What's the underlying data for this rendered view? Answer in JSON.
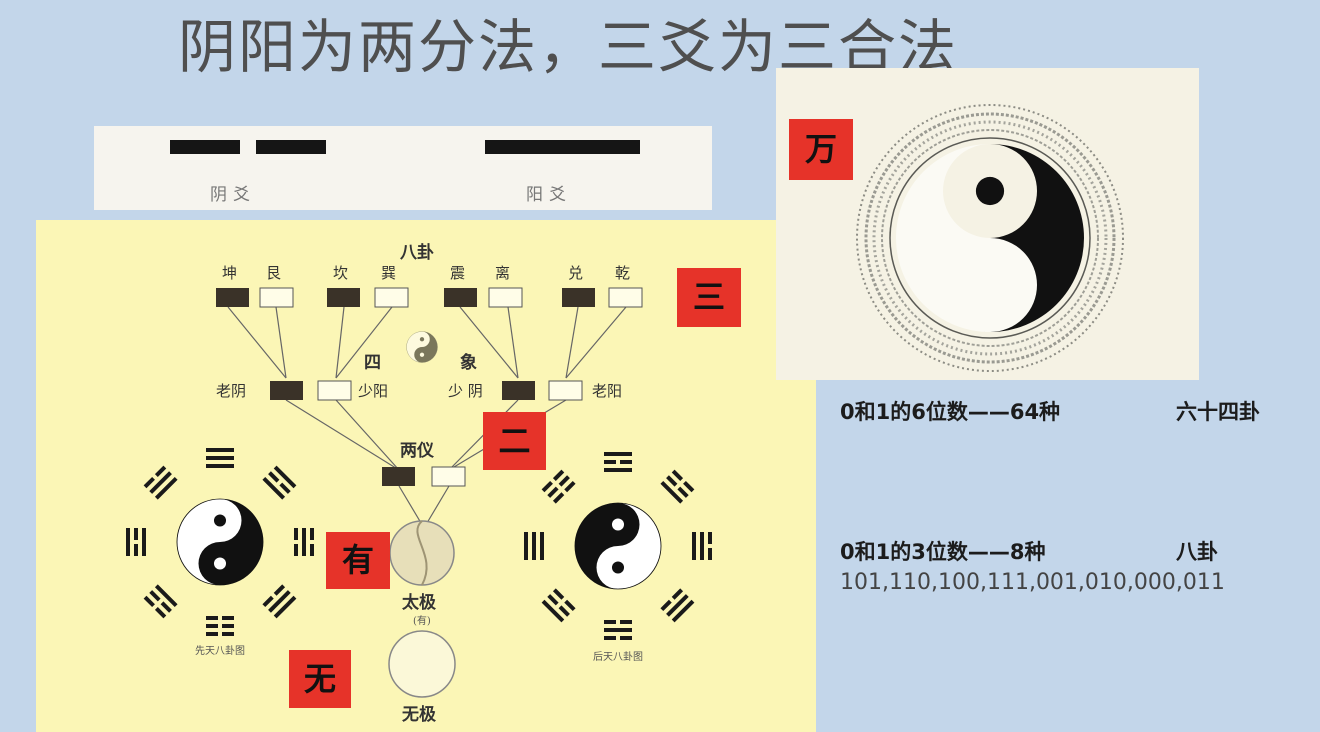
{
  "title": "阴阳为两分法，三爻为三合法",
  "yao": {
    "yin_label": "阴爻",
    "yang_label": "阳爻"
  },
  "diagram": {
    "bagua_title": "八卦",
    "trigrams": [
      "坤",
      "艮",
      "坎",
      "巽",
      "震",
      "离",
      "兑",
      "乾"
    ],
    "sixiang": [
      "四",
      "象"
    ],
    "sixiang_names": [
      "老阴",
      "少阳",
      "少 阴",
      "老阳"
    ],
    "liangyi": "两仪",
    "taiji": "太极",
    "taiji_sub": "(有)",
    "wuji": "无极",
    "xiantian_caption": "先天八卦图",
    "houtian_caption": "后天八卦图"
  },
  "badges": {
    "san": "三",
    "er": "二",
    "you": "有",
    "wu": "无",
    "wan": "万"
  },
  "info": {
    "six_bits": "0和1的6位数——64种",
    "six_bits_name": "六十四卦",
    "three_bits": "0和1的3位数——8种",
    "three_bits_name": "八卦",
    "binary_list": "101,110,100,111,001,010,000,011"
  },
  "colors": {
    "background": "#c3d6ea",
    "badge": "#e63329",
    "main_panel": "#fbf6b6",
    "dark_box": "#3a3228"
  }
}
